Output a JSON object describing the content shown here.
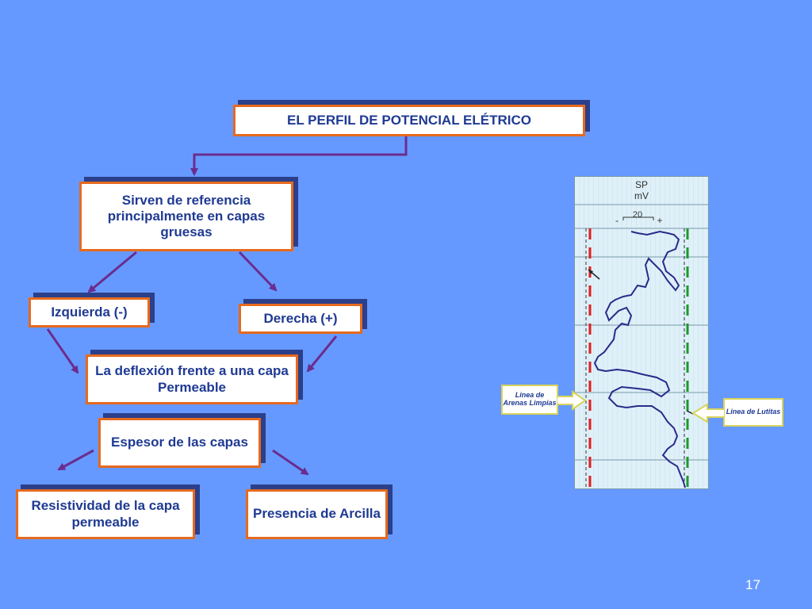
{
  "nodes": {
    "title": "EL PERFIL DE POTENCIAL ELÉTRICO",
    "reference": "Sirven de referencia principalmente en capas gruesas",
    "left": "Izquierda (-)",
    "right": "Derecha (+)",
    "deflection": "La deflexión frente a una capa Permeable",
    "thickness": "Espesor de las capas",
    "resistivity": "Resistividad de la capa permeable",
    "clay": "Presencia de Arcilla"
  },
  "log": {
    "header_sp": "SP",
    "header_unit": "mV",
    "scale_value": "20",
    "scale_minus": "-",
    "scale_plus": "+",
    "label_sand": "Linea de Arenas Limpias",
    "label_shale": "Linea de Lutitas"
  },
  "page_number": "17",
  "colors": {
    "background": "#6699ff",
    "box_border": "#e66a1e",
    "box_shadow": "#2b3f8a",
    "text": "#1f3a93",
    "arrow": "#6a2d8f",
    "sand_line": "#e02020",
    "shale_line": "#1a9a2a",
    "log_curve": "#2a2a8a"
  }
}
